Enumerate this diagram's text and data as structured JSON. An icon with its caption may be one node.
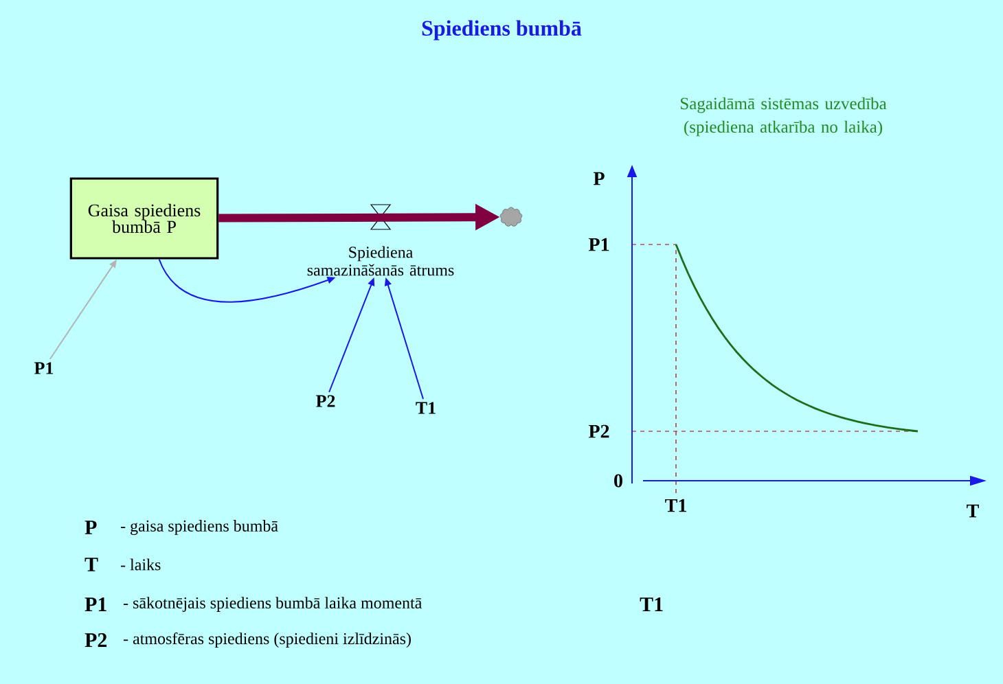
{
  "diagram": {
    "title": "Spiediens bumbā",
    "nodes": [
      {
        "text": [
          "Gaisa spiediens bumbā P"
        ]
      },
      {
        "text": [],
        "shape": "cloud"
      },
      {
        "text": [
          "Spiediena samazināšanās ātrums"
        ]
      },
      {
        "text": [
          "P1"
        ]
      },
      {
        "text": [
          "P2"
        ]
      },
      {
        "text": [
          "T1"
        ]
      }
    ],
    "edges": [
      {
        "from": 0,
        "to": 1,
        "arrow": "to",
        "style": "thick",
        "color": "#800040"
      },
      {
        "from": 3,
        "to": 0,
        "arrow": "to",
        "color": "#b4b4b4"
      },
      {
        "from": 0,
        "to": 2,
        "arrow": "to"
      },
      {
        "from": 4,
        "to": 2,
        "arrow": "to"
      },
      {
        "from": 5,
        "to": 2,
        "arrow": "to"
      }
    ],
    "labels": [
      "Sagaidāmā sistēmas uzvedība (spiediena atkarība no laika)",
      "P",
      "P1",
      "P2",
      "0",
      "T1",
      "T",
      "P",
      "- gaisa spiediens bumbā",
      "T",
      "- laiks",
      "P1",
      "- sākotnējais spiediens bumbā laika momentā",
      "T1",
      "P2",
      "- atmosfēras spiediens (spiedieni izlīdzinās)"
    ]
  }
}
